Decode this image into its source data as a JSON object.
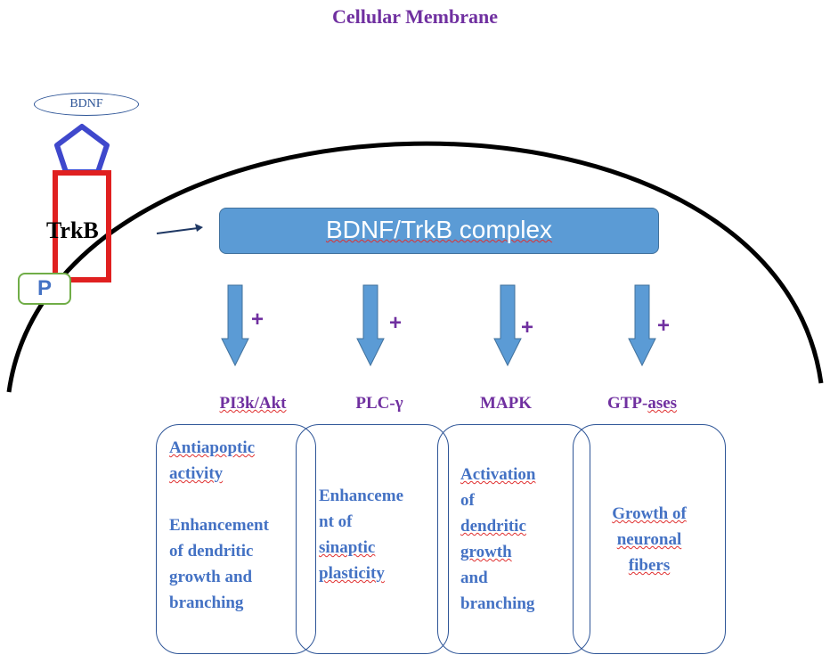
{
  "title": "Cellular Membrane",
  "receptor": {
    "ligand_label": "BDNF",
    "receptor_label": "TrkB",
    "phospho_label": "P"
  },
  "complex": {
    "label": "BDNF/TrkB complex"
  },
  "activation_sign": "+",
  "pathways": [
    {
      "name": "PI3k/Akt",
      "effects": [
        [
          "Antiapoptic",
          "activity"
        ],
        [
          "Enhancement",
          "of dendritic",
          "growth and",
          "branching"
        ]
      ]
    },
    {
      "name": "PLC-γ",
      "effects": [
        [
          "Enhanceme",
          "nt of",
          "sinaptic",
          "plasticity"
        ]
      ]
    },
    {
      "name": "MAPK",
      "effects": [
        [
          "Activation",
          "of",
          "dendritic",
          "growth",
          "and",
          "branching"
        ]
      ]
    },
    {
      "name": "GTP-ases",
      "effects": [
        [
          "Growth of",
          "neuronal",
          "fibers"
        ]
      ]
    }
  ],
  "colors": {
    "title": "#7030a0",
    "membrane": "#000000",
    "ligand": "#3f48cc",
    "receptor": "#e02020",
    "phospho_border": "#70ad47",
    "complex_fill": "#5b9bd5",
    "arrow_fill": "#5b9bd5",
    "effect_text": "#4472c4",
    "box_border": "#2e5597"
  }
}
